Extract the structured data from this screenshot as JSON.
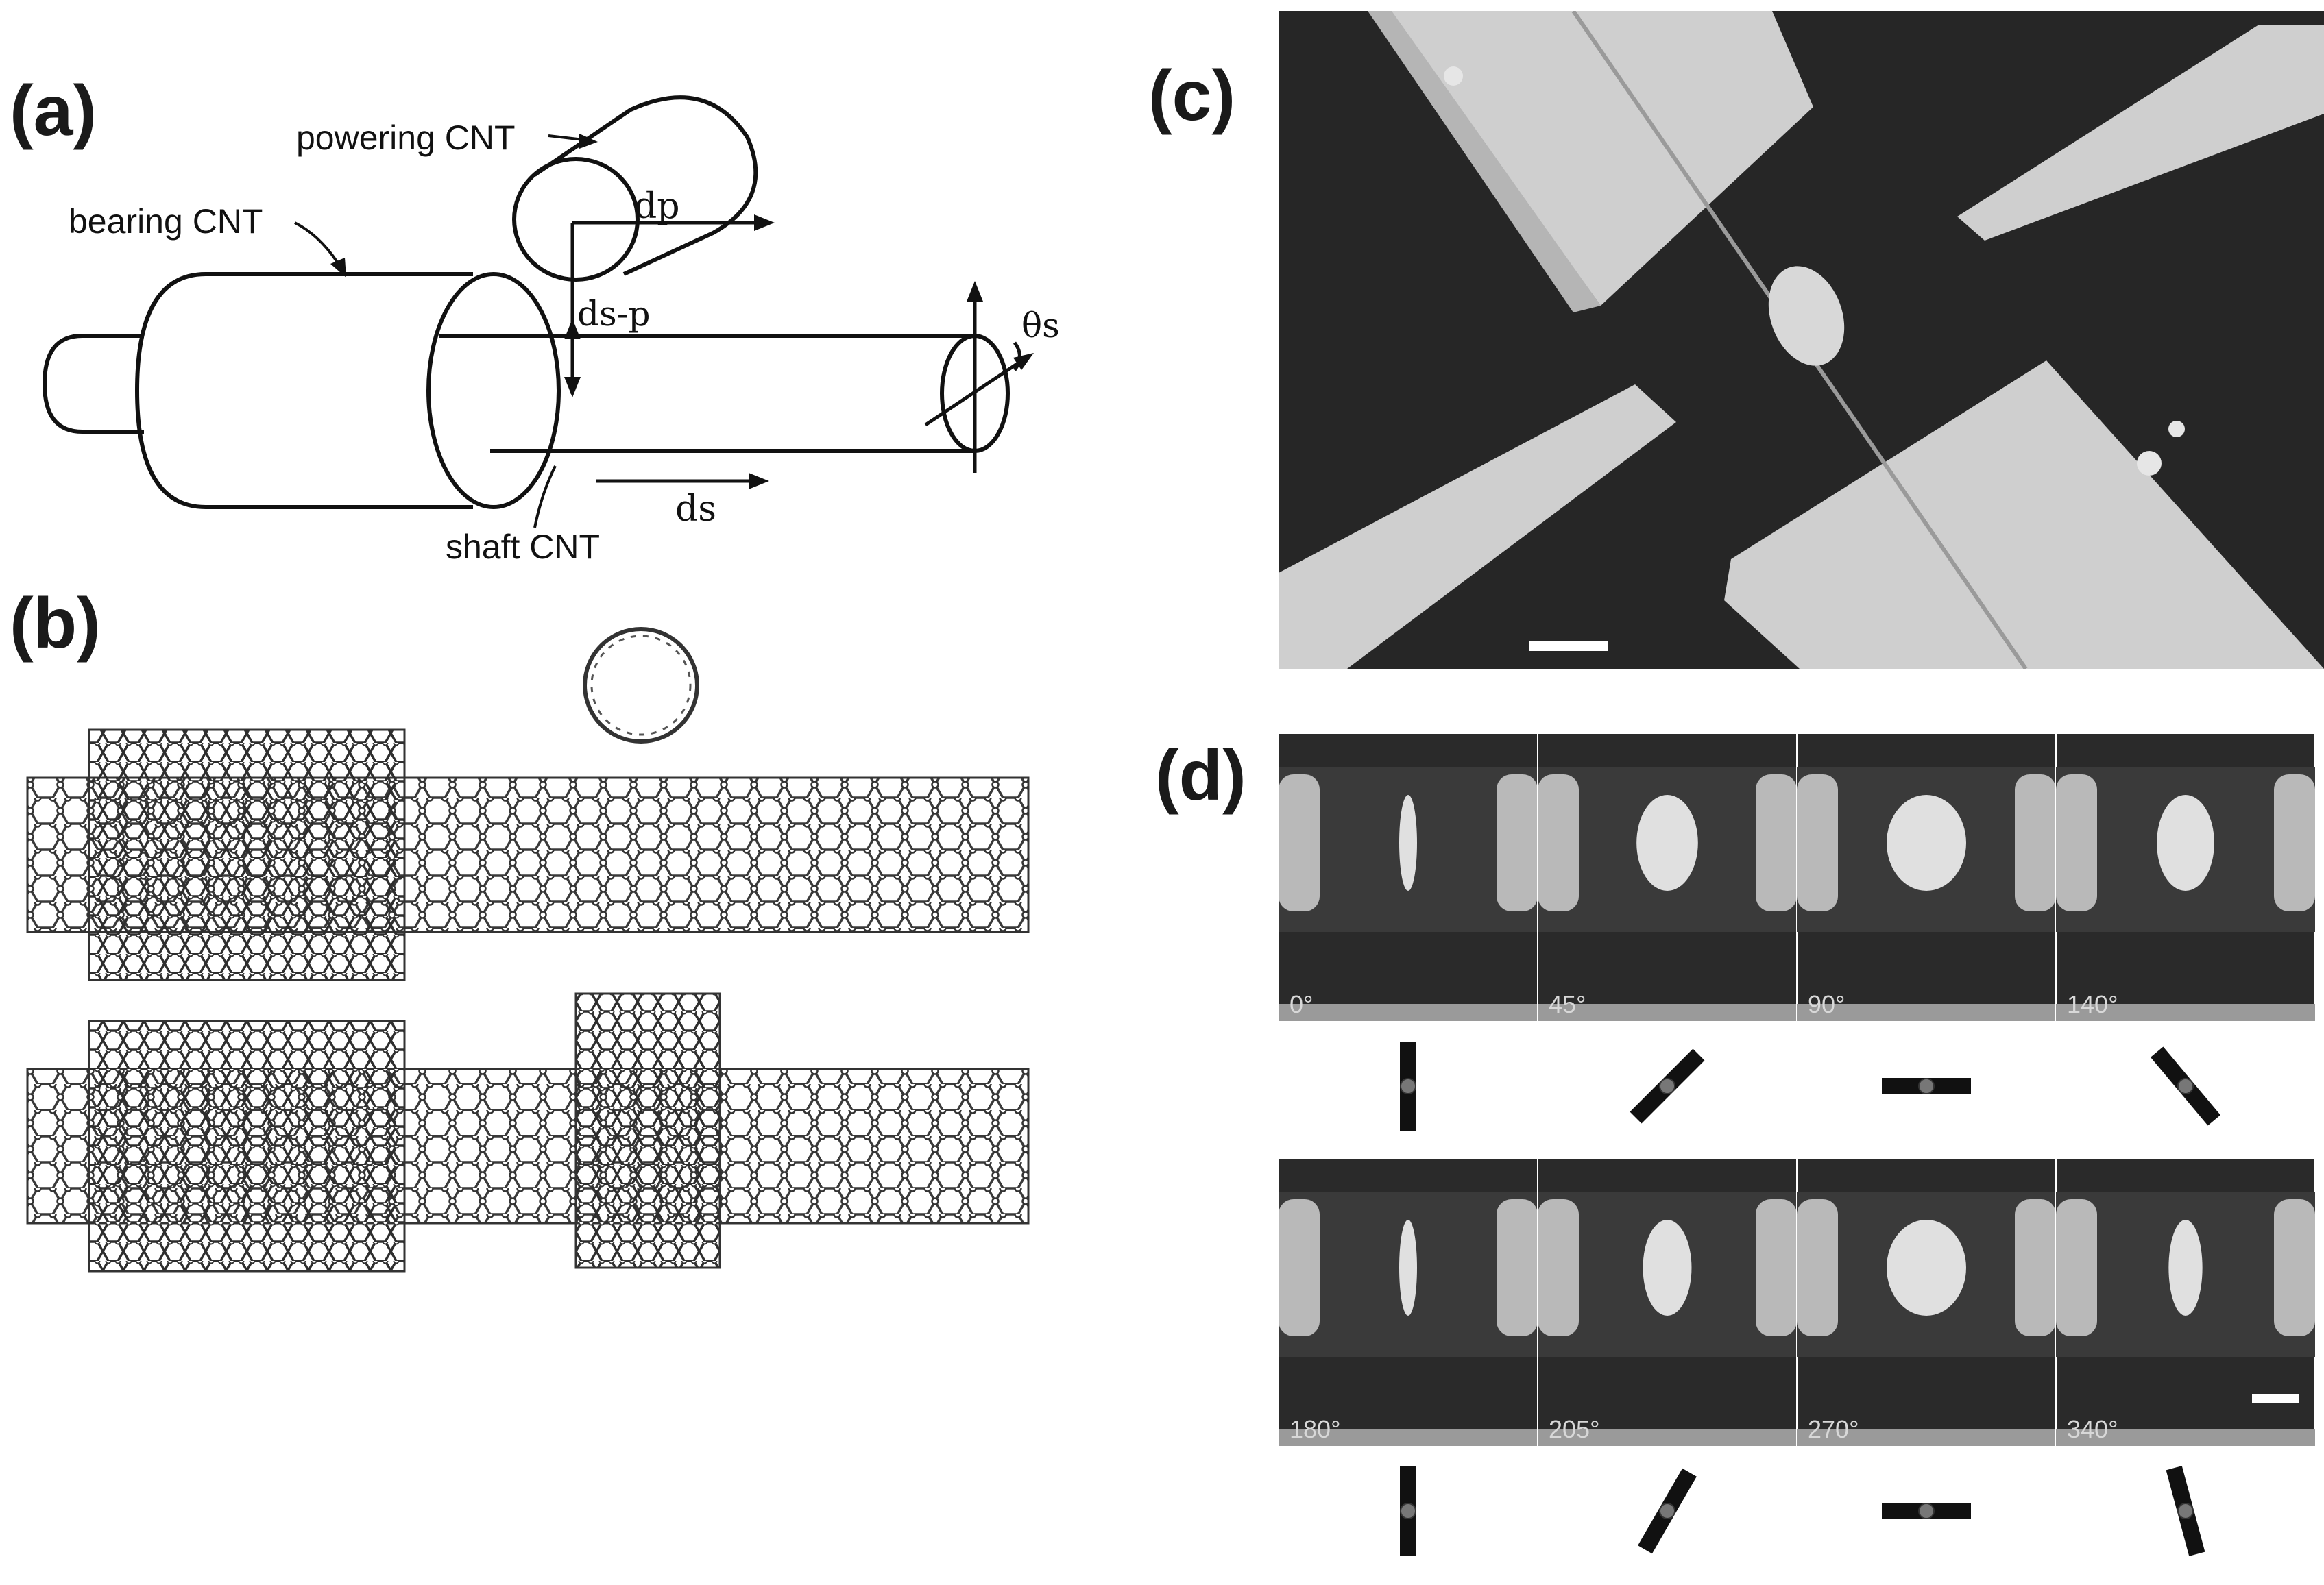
{
  "panels": {
    "a": {
      "letter": "(a)",
      "labels": {
        "powering": "powering CNT",
        "bearing": "bearing CNT",
        "shaft": "shaft CNT",
        "dp": "dp",
        "dsp": "ds-p",
        "ds": "ds",
        "theta": "θs"
      }
    },
    "b": {
      "letter": "(b)"
    },
    "c": {
      "letter": "(c)"
    },
    "d": {
      "letter": "(d)",
      "top_row": [
        {
          "angle": "0°",
          "orientation_deg": 90
        },
        {
          "angle": "45°",
          "orientation_deg": 45
        },
        {
          "angle": "90°",
          "orientation_deg": 0
        },
        {
          "angle": "140°",
          "orientation_deg": 130
        }
      ],
      "bottom_row": [
        {
          "angle": "180°",
          "orientation_deg": 90
        },
        {
          "angle": "205°",
          "orientation_deg": 60
        },
        {
          "angle": "270°",
          "orientation_deg": 0
        },
        {
          "angle": "340°",
          "orientation_deg": 105
        }
      ]
    }
  },
  "colors": {
    "line": "#111111",
    "sem_dark": "#262626",
    "electrode": "#cfcfcf",
    "nanotube_stroke": "#3a3a3a"
  }
}
